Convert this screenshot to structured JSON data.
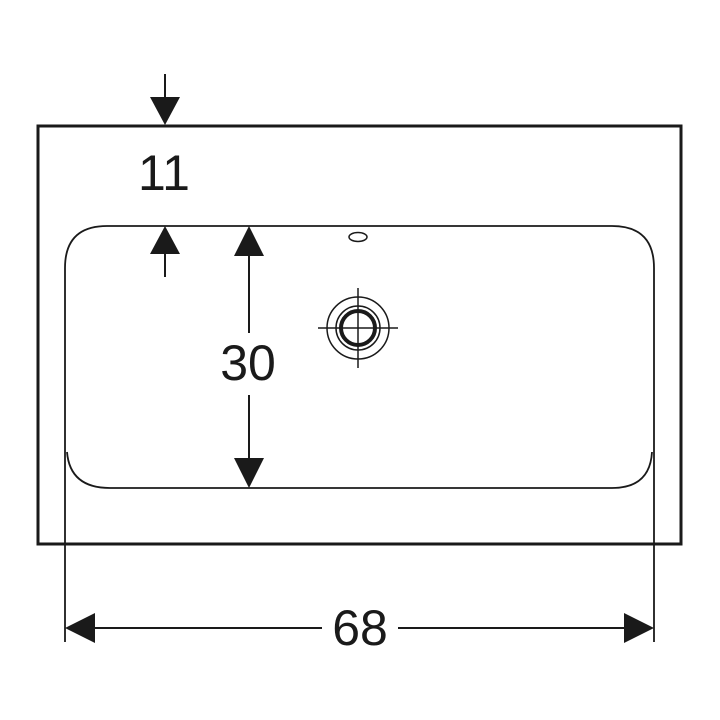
{
  "dimensions": {
    "top_margin": "11",
    "basin_depth": "30",
    "overall_width": "68"
  },
  "colors": {
    "line": "#1a1a1a",
    "background": "#ffffff"
  }
}
